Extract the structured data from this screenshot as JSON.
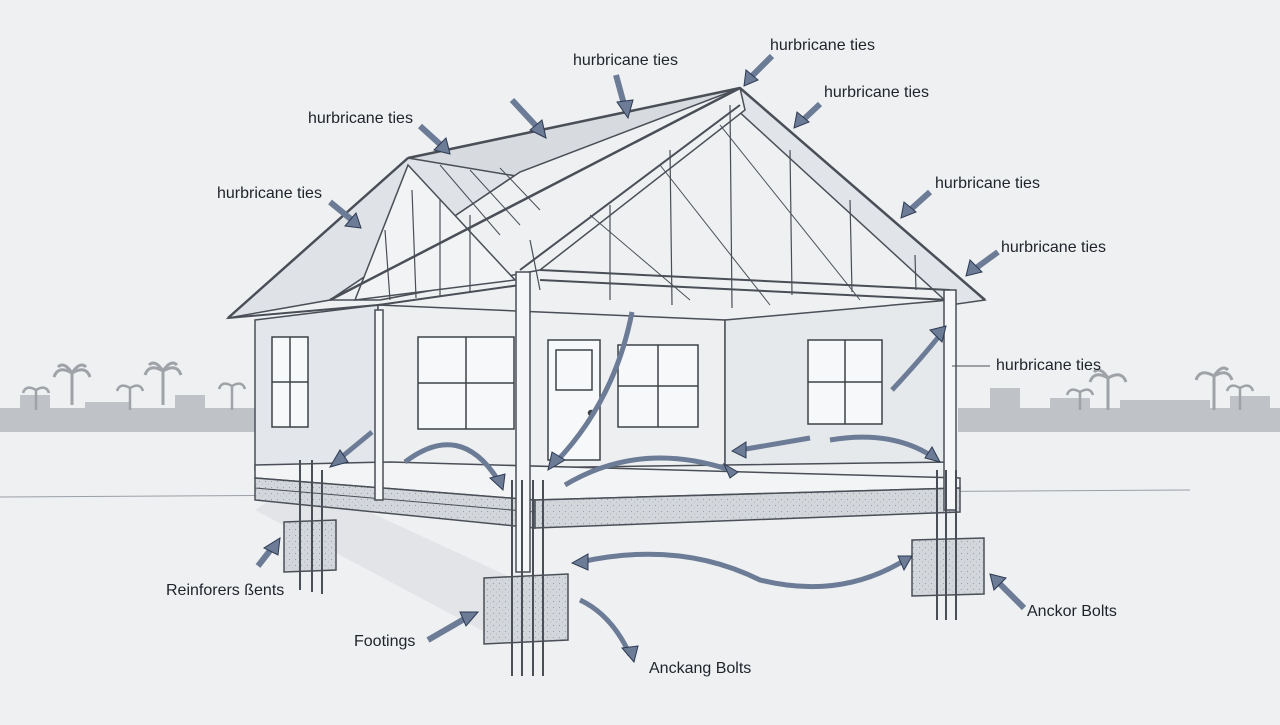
{
  "labels": {
    "hurricane_ties": [
      "hurbricane ties",
      "hurbricane ties",
      "hurbricane ties",
      "hurbricane ties",
      "hurbricane ties",
      "hurbricane ties",
      "hurbricane ties",
      "hurbricane ties"
    ],
    "reinforcements": "Reinforers ßents",
    "footings": "Footings",
    "anchor_bolts_right": "Anckor Bolts",
    "anchor_bolts_bottom": "Anckang Bolts"
  },
  "colors": {
    "background": "#eef0f2",
    "skyline": "#b9bcc0",
    "line": "#4a4f57",
    "wall": "#e3e6ea",
    "arrow": "#6c7b96",
    "arrow_outline": "#2d3a52",
    "concrete": "#cfd2d6"
  }
}
